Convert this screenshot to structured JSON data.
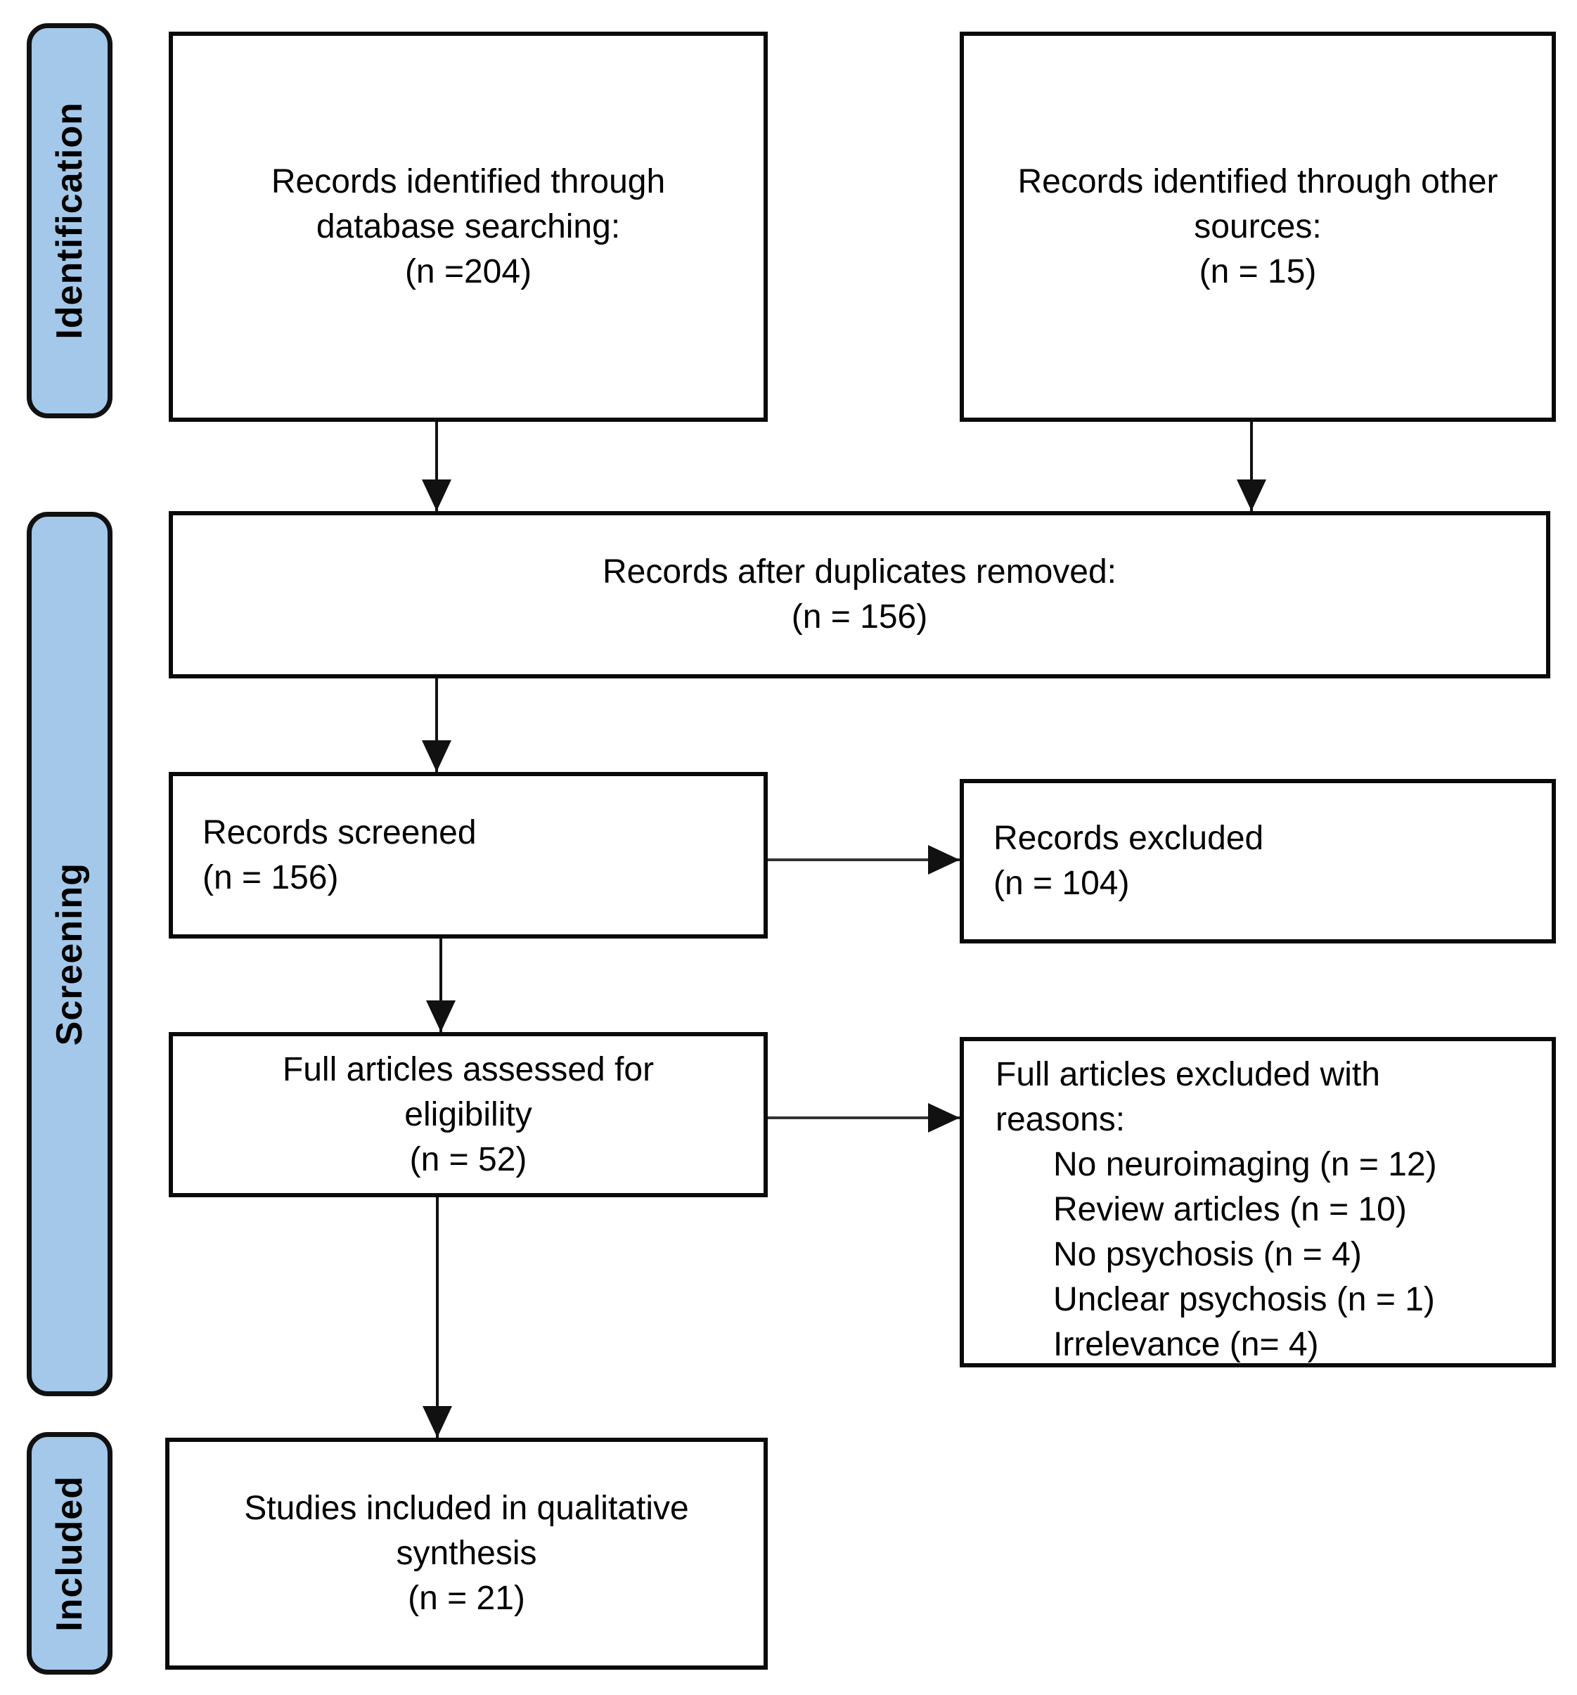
{
  "palette": {
    "stage_pill_fill": "#A4C8E9",
    "pill_border": "#111111",
    "box_border": "#0A0A0A",
    "background": "#FFFFFF",
    "text": "#000000"
  },
  "sidebar": {
    "identification_label": "Identification",
    "screening_label": "Screening",
    "included_label": "Included"
  },
  "boxes": {
    "db_records": "Records identified through\ndatabase searching:\n(n =204)",
    "other_records": "Records identified through other\nsources:\n(n = 15)",
    "after_duplicates": "Records after duplicates removed:\n(n = 156)",
    "screened": "Records screened\n(n = 156)",
    "excluded": "Records excluded\n(n = 104)",
    "full_articles_assessed": "Full articles assessed for\neligibility\n(n = 52)",
    "excluded_reasons_heading": "Full articles excluded with\nreasons:",
    "excluded_reasons_items": [
      "No neuroimaging (n = 12)",
      "Review articles (n = 10)",
      "No psychosis (n = 4)",
      "Unclear psychosis (n = 1)",
      "Irrelevance (n= 4)"
    ],
    "included_studies": "Studies included in qualitative\nsynthesis\n(n = 21)"
  }
}
